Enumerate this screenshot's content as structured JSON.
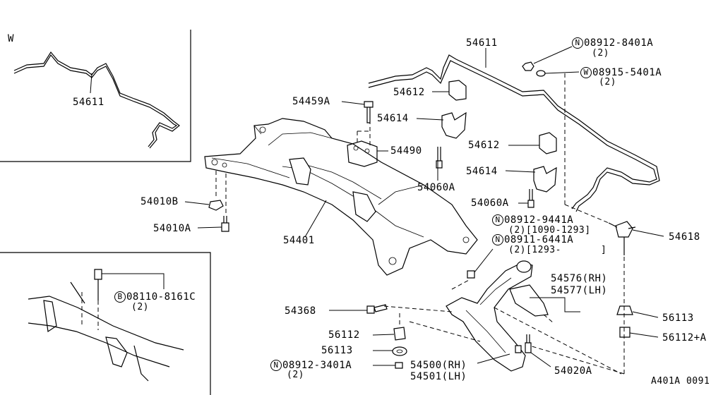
{
  "inset_top": {
    "view_letter": "W",
    "part": "54611"
  },
  "parts": {
    "p54611": "54611",
    "p08912_8401A": {
      "mark": "N",
      "code": "08912-8401A",
      "qty": "(2)"
    },
    "p08915_5401A": {
      "mark": "W",
      "code": "08915-5401A",
      "qty": "(2)"
    },
    "p54612_a": "54612",
    "p54459A": "54459A",
    "p54614_a": "54614",
    "p54490": "54490",
    "p54612_b": "54612",
    "p54614_b": "54614",
    "p54060A_a": "54060A",
    "p54060A_b": "54060A",
    "p54010B": "54010B",
    "p54010A": "54010A",
    "p54401": "54401",
    "p08912_9441A": {
      "mark": "N",
      "code": "08912-9441A",
      "qty": "(2)[1090-1293]"
    },
    "p08911_6441A": {
      "mark": "N",
      "code": "08911-6441A",
      "qty": "(2)[1293-",
      "close": "]"
    },
    "p54618": "54618",
    "p54576": "54576(RH)",
    "p54577": "54577(LH)",
    "p54368": "54368",
    "p56113_r": "56113",
    "p56112": "56112",
    "p56113_l": "56113",
    "p56112A": "56112+A",
    "p08912_3401A": {
      "mark": "N",
      "code": "08912-3401A",
      "qty": "(2)"
    },
    "p54500": "54500(RH)",
    "p54501": "54501(LH)",
    "p54020A": "54020A"
  },
  "inset_bottom": {
    "mark": "B",
    "code": "08110-8161C",
    "qty": "(2)"
  },
  "diagram_ref": "A401A 0091"
}
